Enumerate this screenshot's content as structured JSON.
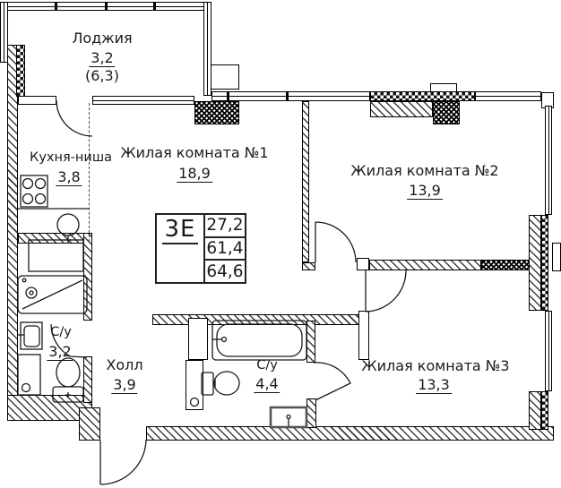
{
  "plan_table": {
    "type": "3Е",
    "values": [
      "27,2",
      "61,4",
      "64,6"
    ]
  },
  "rooms": {
    "loggia": {
      "name": "Лоджия",
      "area": "3,2",
      "area_total": "(6,3)"
    },
    "kitchen": {
      "name": "Кухня-ниша",
      "area": "3,8"
    },
    "room1": {
      "name": "Жилая комната №1",
      "area": "18,9"
    },
    "room2": {
      "name": "Жилая комната №2",
      "area": "13,9"
    },
    "room3": {
      "name": "Жилая комната №3",
      "area": "13,3"
    },
    "hall": {
      "name": "Холл",
      "area": "3,9"
    },
    "bath_small": {
      "name": "С/у",
      "area": "3,2"
    },
    "bath_large": {
      "name": "С/у",
      "area": "4,4"
    }
  }
}
